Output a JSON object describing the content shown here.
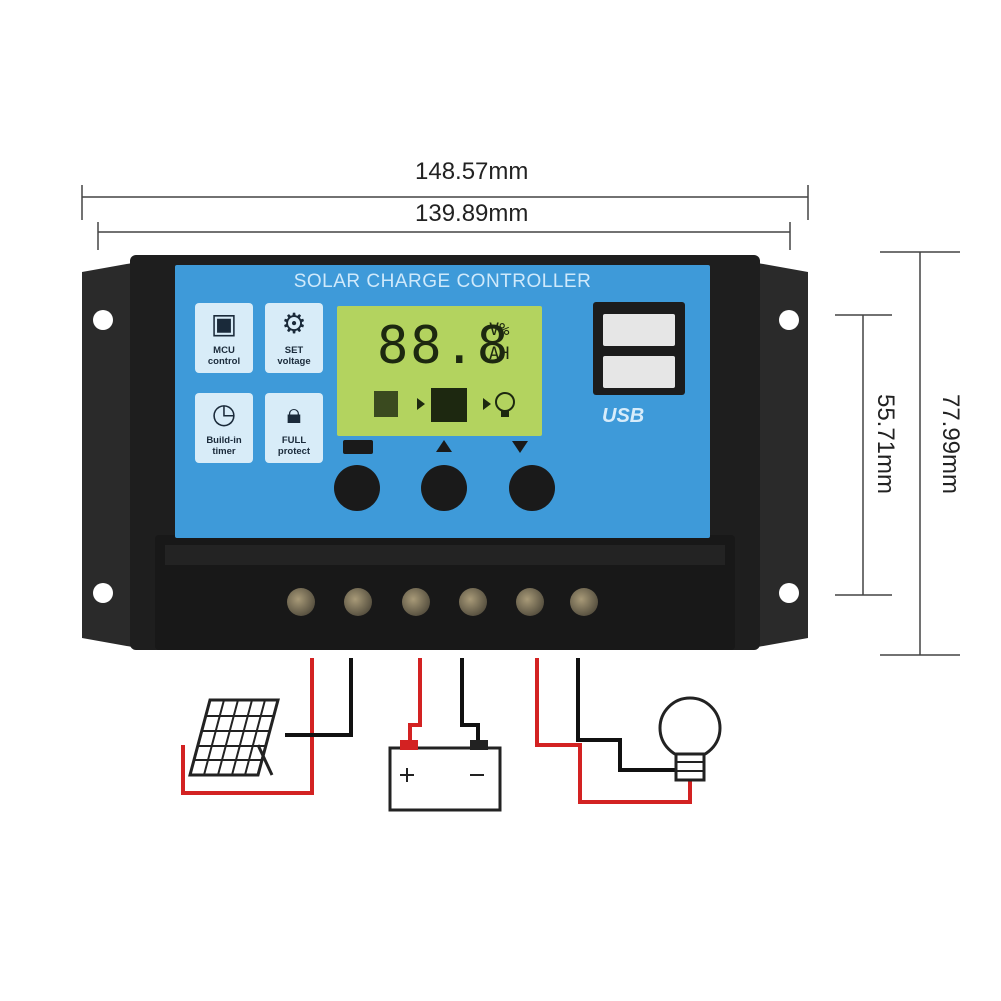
{
  "dimensions": {
    "outer_width": "148.57mm",
    "inner_width": "139.89mm",
    "inner_height": "55.71mm",
    "outer_height": "77.99mm"
  },
  "panel": {
    "title": "SOLAR CHARGE CONTROLLER",
    "accent_color": "#3e9ad9",
    "lcd_color": "#b3d35f"
  },
  "features": [
    {
      "icon": "chip-icon",
      "line1": "MCU",
      "line2": "control"
    },
    {
      "icon": "gear-icon",
      "line1": "SET",
      "line2": "voltage"
    },
    {
      "icon": "clock-icon",
      "line1": "Build-in",
      "line2": "timer"
    },
    {
      "icon": "lock-icon",
      "line1": "FULL",
      "line2": "protect"
    }
  ],
  "lcd": {
    "digits": "88.8",
    "unit_top": "V%",
    "unit_bottom": "AH"
  },
  "usb_label": "USB"
}
